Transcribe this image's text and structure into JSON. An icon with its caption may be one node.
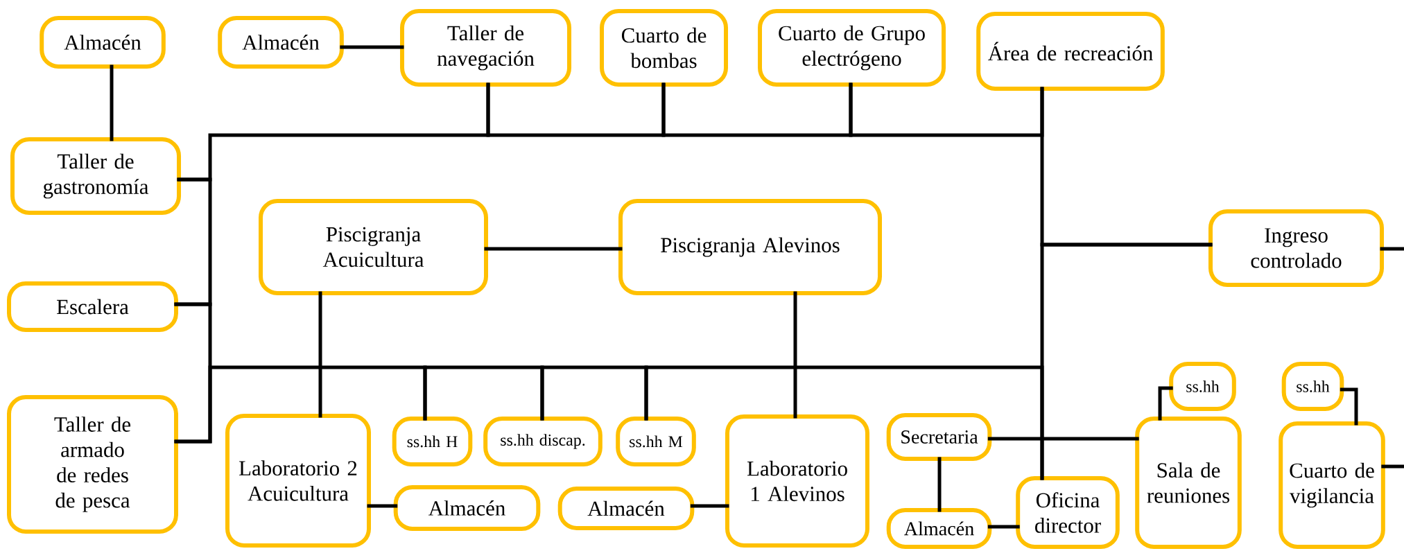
{
  "diagram": {
    "nodes": [
      {
        "text": [
          "Almacén"
        ]
      },
      {
        "text": [
          "Almacén"
        ]
      },
      {
        "text": [
          "Taller de navegación"
        ]
      },
      {
        "text": [
          "Cuarto de bombas"
        ]
      },
      {
        "text": [
          "Cuarto de Grupo electrógeno"
        ]
      },
      {
        "text": [
          "Área de recreación"
        ]
      },
      {
        "text": [
          "Taller de gastronomía"
        ]
      },
      {
        "text": [
          "Piscigranja Acuicultura"
        ]
      },
      {
        "text": [
          "Piscigranja Alevinos"
        ]
      },
      {
        "text": [
          "Ingreso controlado"
        ]
      },
      {
        "text": [
          "Escalera"
        ]
      },
      {
        "text": [
          "ss.hh"
        ]
      },
      {
        "text": [
          "ss.hh"
        ]
      },
      {
        "text": [
          "Taller de armado de redes de pesca"
        ]
      },
      {
        "text": [
          "Laboratorio 2 Acuicultura"
        ]
      },
      {
        "text": [
          "ss.hh H"
        ]
      },
      {
        "text": [
          "ss.hh discap."
        ]
      },
      {
        "text": [
          "ss.hh M"
        ]
      },
      {
        "text": [
          "Laboratorio 1 Alevinos"
        ]
      },
      {
        "text": [
          "Secretaria"
        ]
      },
      {
        "text": [
          "Sala de reuniones"
        ]
      },
      {
        "text": [
          "Cuarto de vigilancia"
        ]
      },
      {
        "text": [
          "Oficina director"
        ]
      },
      {
        "text": [
          "Almacén"
        ]
      },
      {
        "text": [
          "Almacén"
        ]
      },
      {
        "text": [
          "Almacén"
        ]
      }
    ],
    "edges": [
      {
        "from": 13,
        "to": 10,
        "arrow": "none"
      },
      {
        "from": 10,
        "to": 6,
        "arrow": "none"
      },
      {
        "from": 6,
        "to": 2,
        "arrow": "none"
      },
      {
        "from": 2,
        "to": 3,
        "arrow": "none"
      },
      {
        "from": 3,
        "to": 4,
        "arrow": "none"
      },
      {
        "from": 4,
        "to": 5,
        "arrow": "none"
      },
      {
        "from": 5,
        "to": 9,
        "arrow": "none"
      },
      {
        "from": 9,
        "to": 22,
        "arrow": "none"
      },
      {
        "from": 22,
        "to": 17,
        "arrow": "none"
      },
      {
        "from": 17,
        "to": 16,
        "arrow": "none"
      },
      {
        "from": 16,
        "to": 15,
        "arrow": "none"
      },
      {
        "from": 15,
        "to": 13,
        "arrow": "none"
      },
      {
        "from": 0,
        "to": 6,
        "arrow": "none"
      },
      {
        "from": 1,
        "to": 2,
        "arrow": "none"
      },
      {
        "from": 7,
        "to": 8,
        "arrow": "none"
      },
      {
        "from": 7,
        "to": 14,
        "arrow": "none"
      },
      {
        "from": 8,
        "to": 18,
        "arrow": "none"
      },
      {
        "from": 14,
        "to": 23,
        "arrow": "none"
      },
      {
        "from": 24,
        "to": 18,
        "arrow": "none"
      },
      {
        "from": 19,
        "to": 20,
        "arrow": "none"
      },
      {
        "from": 19,
        "to": 25,
        "arrow": "none"
      },
      {
        "from": 25,
        "to": 22,
        "arrow": "none"
      },
      {
        "from": 20,
        "to": 11,
        "arrow": "none"
      },
      {
        "from": 12,
        "to": 21,
        "arrow": "none"
      },
      {
        "from": 9,
        "to": null,
        "arrow": "none"
      },
      {
        "from": 21,
        "to": null,
        "arrow": "none"
      }
    ]
  }
}
